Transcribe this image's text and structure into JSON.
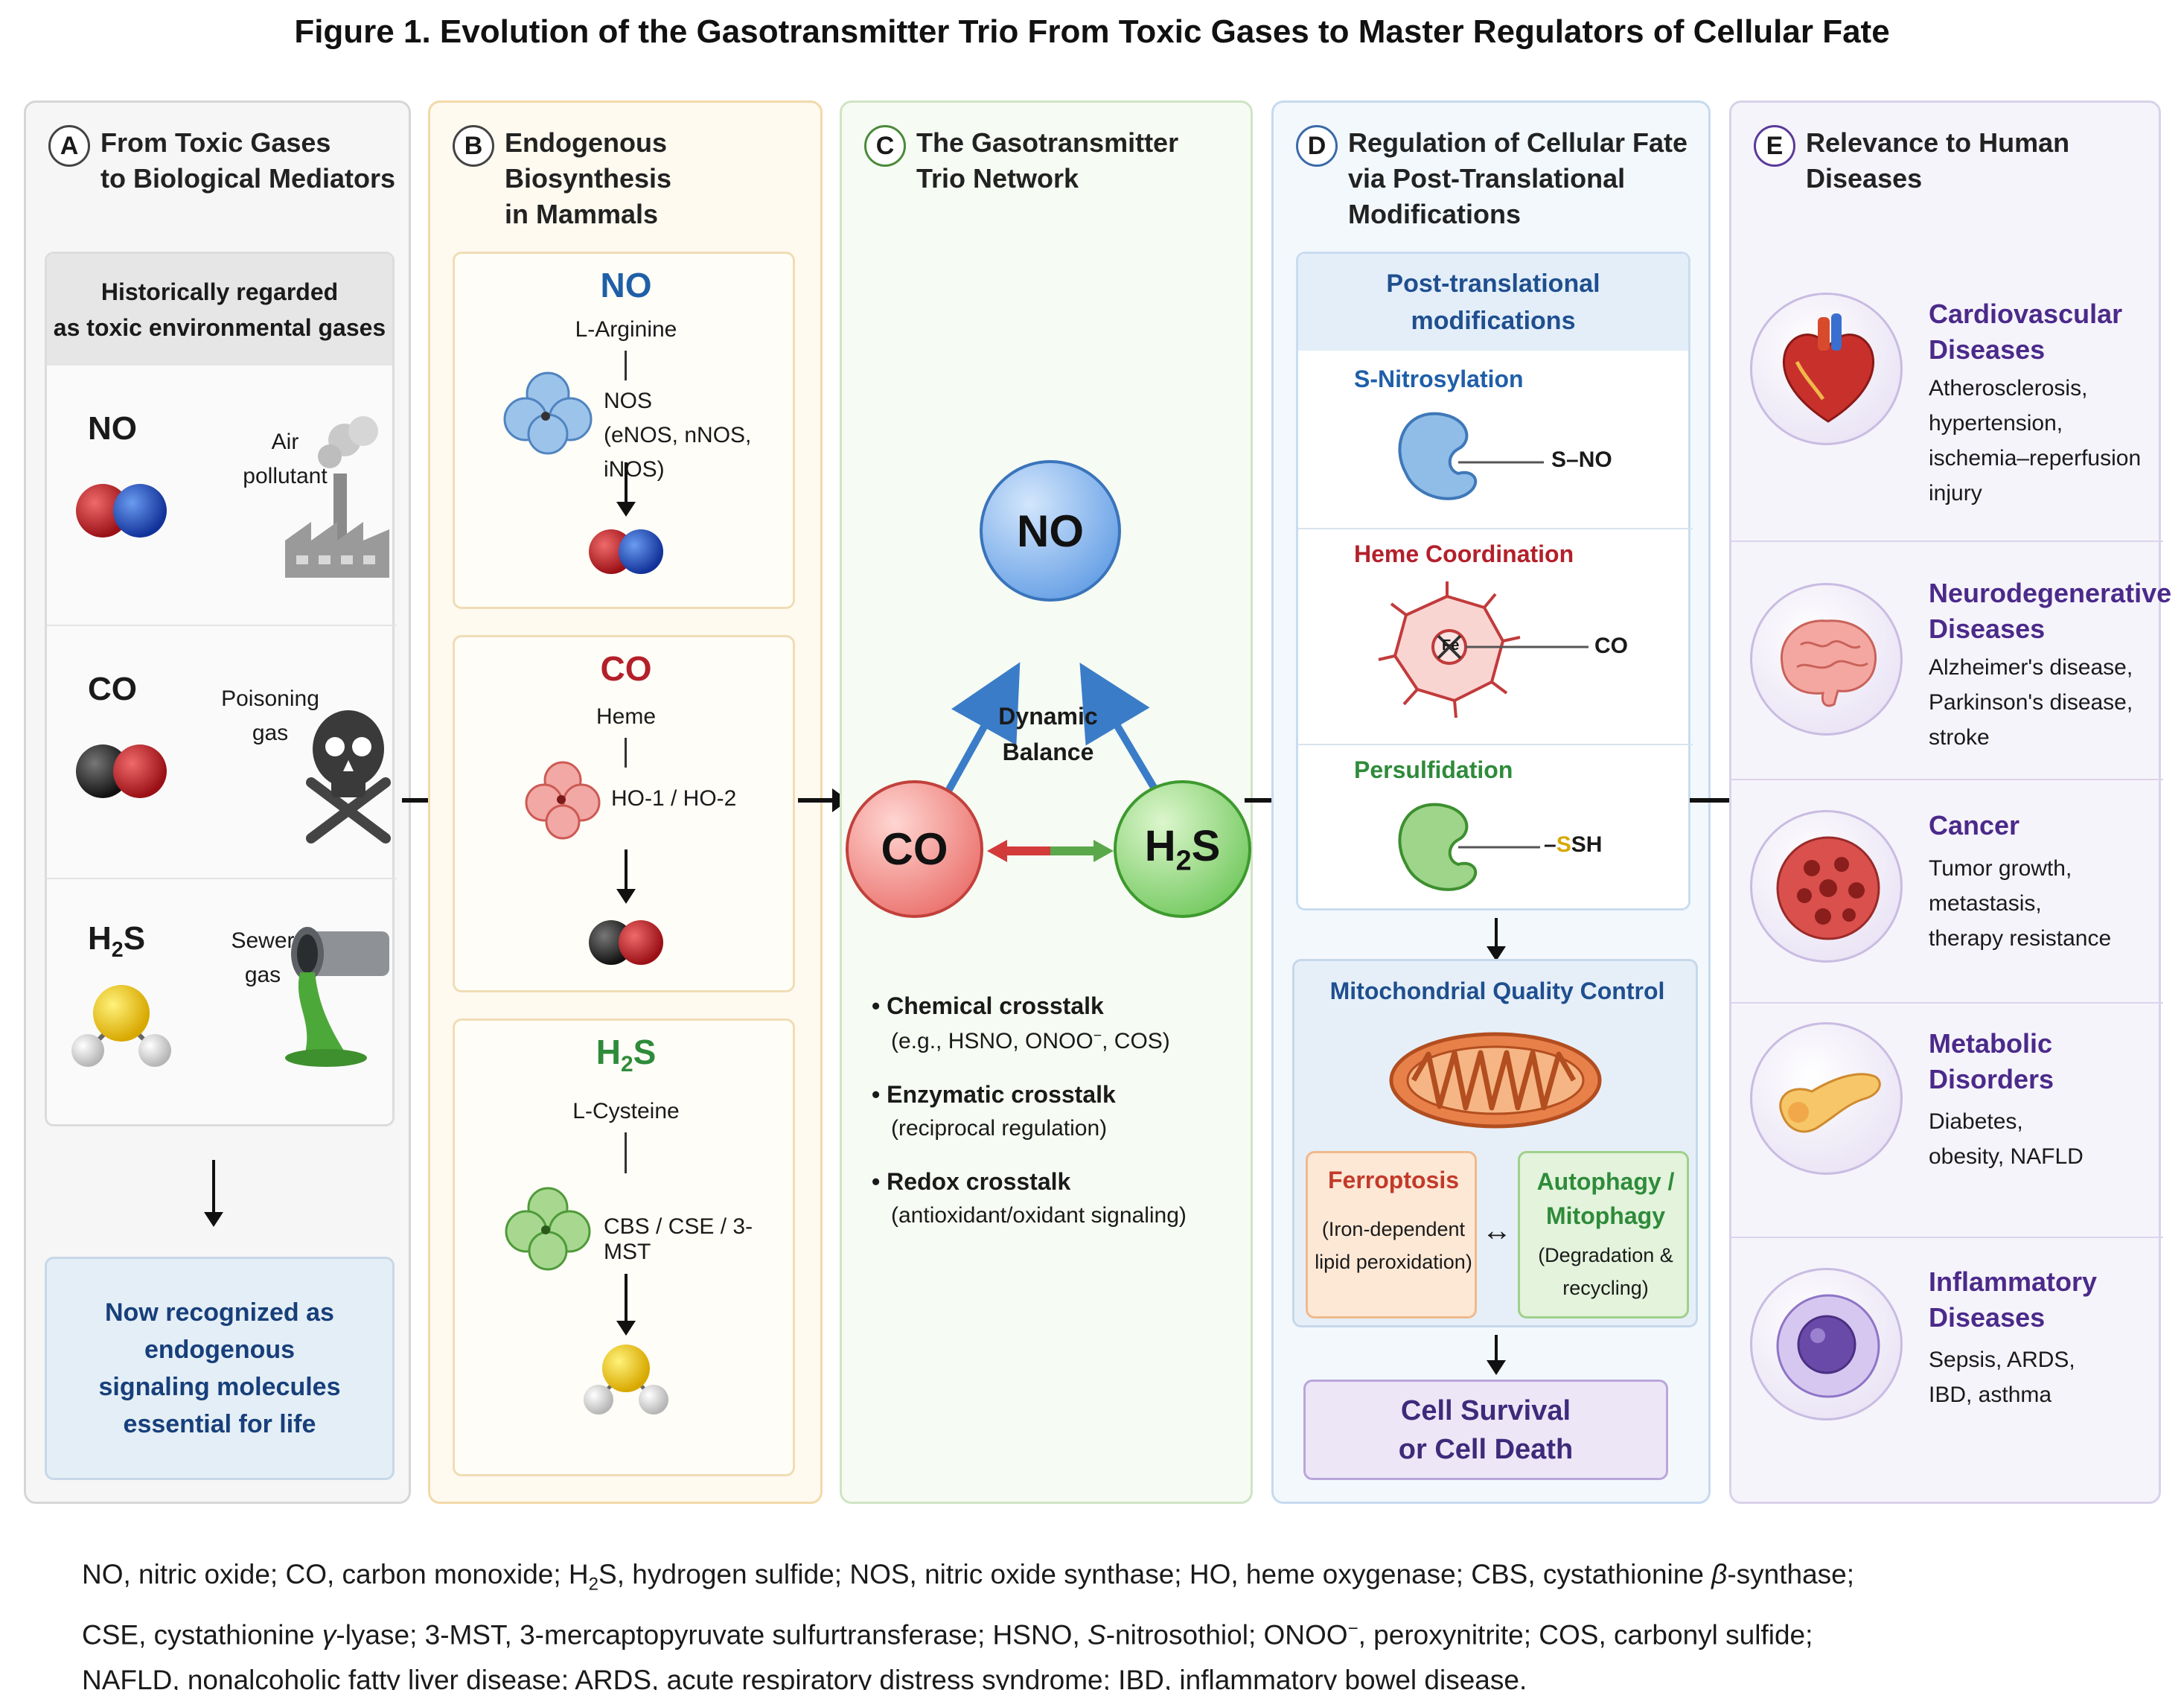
{
  "title": "Figure 1.  Evolution of the Gasotransmitter Trio From Toxic Gases to Master Regulators of Cellular Fate",
  "panels": {
    "A": {
      "letter": "A",
      "title": "From Toxic Gases\nto Biological Mediators",
      "header_box": "Historically regarded\nas toxic environmental gases",
      "rows": [
        {
          "gas": "NO",
          "label": "Air\npollutant",
          "icon": "factory-icon"
        },
        {
          "gas": "CO",
          "label": "Poisoning\ngas",
          "icon": "skull-crossbones-icon"
        },
        {
          "gas_main": "H",
          "gas_sub": "2",
          "gas_tail": "S",
          "label": "Sewer\ngas",
          "icon": "sewer-pipe-icon"
        }
      ],
      "conclusion": "Now recognized as\nendogenous\nsignaling molecules\nessential for life"
    },
    "B": {
      "letter": "B",
      "title": "Endogenous Biosynthesis\nin Mammals",
      "sections": [
        {
          "gas": "NO",
          "substrate": "L-Arginine",
          "enzyme": "NOS\n(eNOS, nNOS, iNOS)",
          "color": "#1f5fa8"
        },
        {
          "gas": "CO",
          "substrate": "Heme",
          "enzyme": "HO-1 / HO-2",
          "color": "#b3202a"
        },
        {
          "gas_main": "H",
          "gas_sub": "2",
          "gas_tail": "S",
          "substrate": "L-Cysteine",
          "enzyme": "CBS / CSE / 3-MST",
          "color": "#2e8b3a"
        }
      ]
    },
    "C": {
      "letter": "C",
      "title": "The Gasotransmitter\nTrio Network",
      "nodes": {
        "no": "NO",
        "co": "CO",
        "h2s_main": "H",
        "h2s_sub": "2",
        "h2s_tail": "S"
      },
      "center_label": "Dynamic\nBalance",
      "bullets": [
        {
          "head": "Chemical crosstalk",
          "detail": "(e.g., HSNO, ONOO",
          "detail_sup": "−",
          "detail_tail": ", COS)"
        },
        {
          "head": "Enzymatic crosstalk",
          "detail": "(reciprocal regulation)"
        },
        {
          "head": "Redox crosstalk",
          "detail": "(antioxidant/oxidant signaling)"
        }
      ]
    },
    "D": {
      "letter": "D",
      "title": "Regulation of Cellular Fate\nvia Post-Translational\nModifications",
      "ptm_header": "Post-translational\nmodifications",
      "ptms": [
        {
          "name": "S-Nitrosylation",
          "tag": "S–NO",
          "color": "#1f5fa8"
        },
        {
          "name": "Heme Coordination",
          "tag": "CO",
          "center": "Fe",
          "color": "#b3202a"
        },
        {
          "name": "Persulfidation",
          "tag_prefix": "–",
          "tag_s": "S",
          "tag_tail": "SH",
          "color": "#2e8b3a"
        }
      ],
      "mito_title": "Mitochondrial Quality Control",
      "ferroptosis_title": "Ferroptosis",
      "ferroptosis_detail": "(Iron-dependent\nlipid peroxidation)",
      "autophagy_title": "Autophagy /\nMitophagy",
      "autophagy_detail": "(Degradation &\nrecycling)",
      "fate": "Cell Survival\nor Cell Death"
    },
    "E": {
      "letter": "E",
      "title": "Relevance to Human\nDiseases",
      "diseases": [
        {
          "name": "Cardiovascular\nDiseases",
          "detail": "Atherosclerosis,\nhypertension,\nischemia–reperfusion\ninjury",
          "icon": "heart-icon"
        },
        {
          "name": "Neurodegenerative\nDiseases",
          "detail": "Alzheimer's disease,\nParkinson's disease,\nstroke",
          "icon": "brain-icon"
        },
        {
          "name": "Cancer",
          "detail": "Tumor growth,\nmetastasis,\ntherapy resistance",
          "icon": "tumor-icon"
        },
        {
          "name": "Metabolic\nDisorders",
          "detail": "Diabetes,\nobesity, NAFLD",
          "icon": "pancreas-icon"
        },
        {
          "name": "Inflammatory\nDiseases",
          "detail": "Sepsis, ARDS,\nIBD, asthma",
          "icon": "immune-cell-icon"
        }
      ]
    }
  },
  "caption": {
    "line1_a": "NO, nitric oxide; CO, carbon monoxide; H",
    "line1_sub": "2",
    "line1_b": "S, hydrogen sulfide; NOS, nitric oxide synthase; HO, heme oxygenase; CBS, cystathionine ",
    "line1_greek": "β",
    "line1_c": "-synthase;",
    "line2_a": "CSE, cystathionine ",
    "line2_greek": "γ",
    "line2_b": "-lyase; 3-MST, 3-mercaptopyruvate sulfurtransferase; HSNO, ",
    "line2_ital": "S",
    "line2_c": "-nitrosothiol; ONOO",
    "line2_sup": "−",
    "line2_d": ", peroxynitrite; COS, carbonyl sulfide;",
    "line3": "NAFLD, nonalcoholic fatty liver disease; ARDS, acute respiratory distress syndrome; IBD, inflammatory bowel disease."
  },
  "colors": {
    "no_blue": "#1f5fa8",
    "co_red": "#b3202a",
    "h2s_green": "#2e8b3a",
    "disease_purple": "#4b2a8a"
  }
}
